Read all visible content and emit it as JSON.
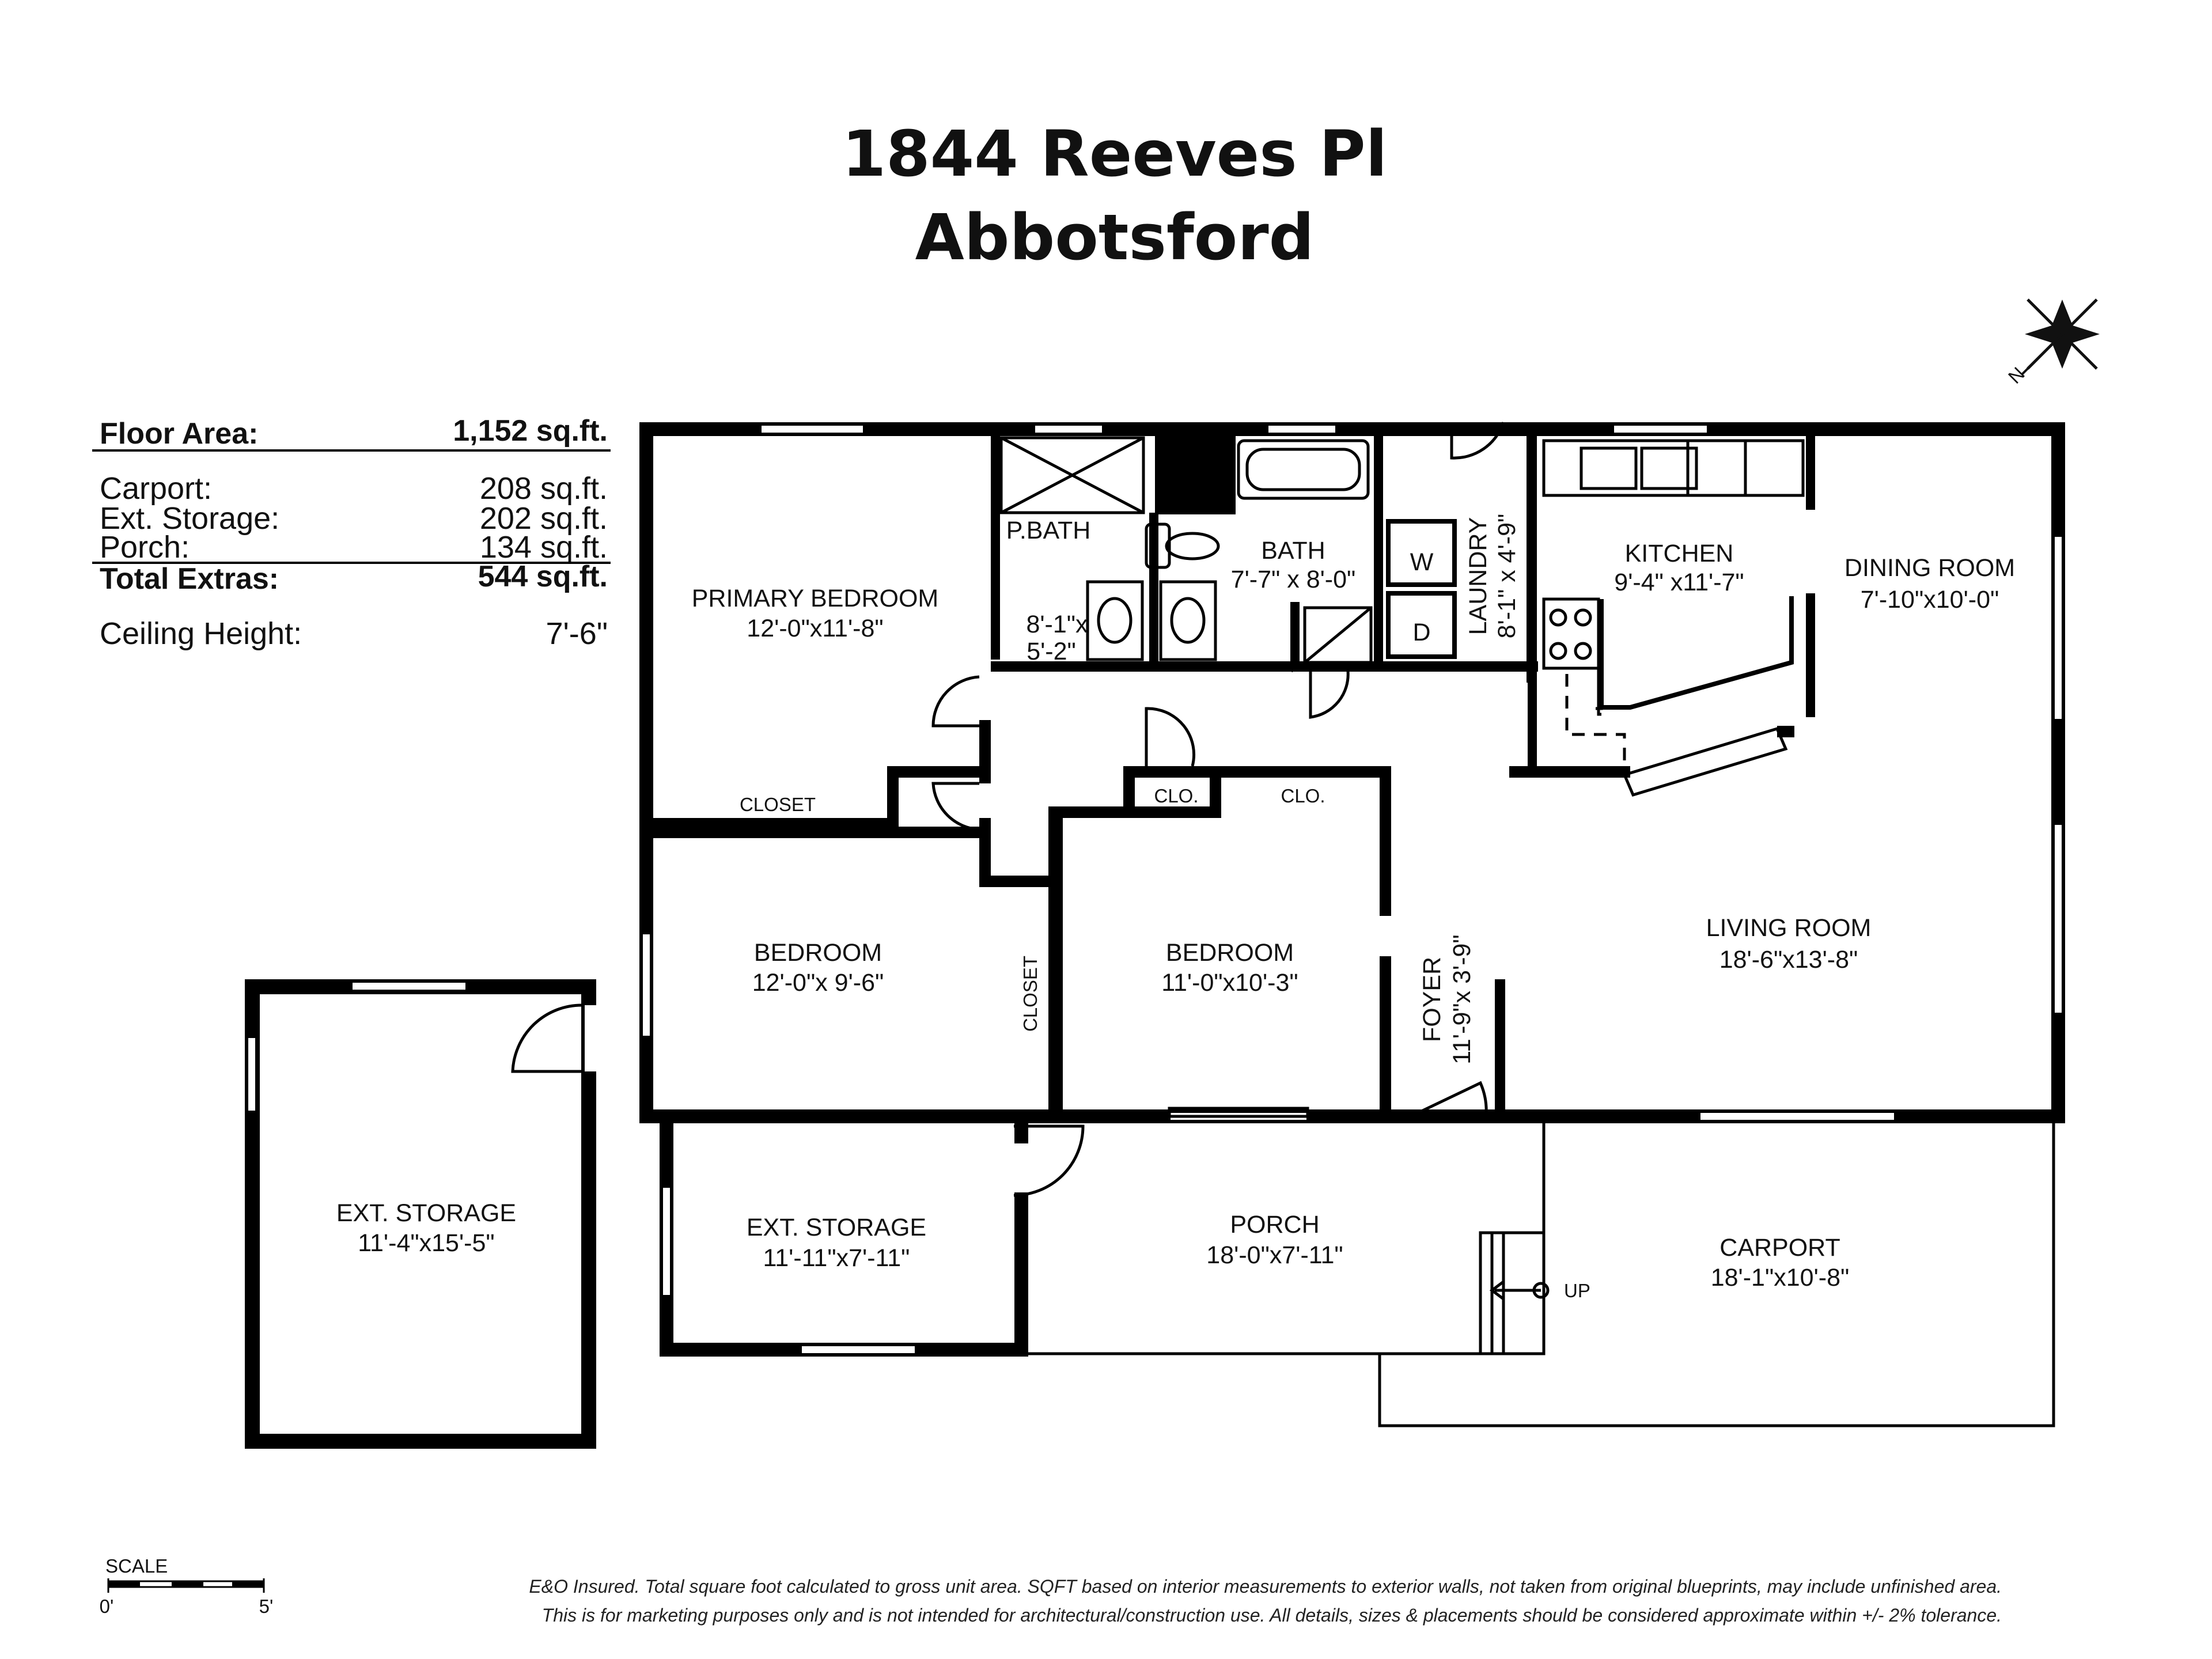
{
  "header": {
    "address": "1844 Reeves Pl",
    "city": "Abbotsford"
  },
  "stats": {
    "floor_area_label": "Floor Area:",
    "floor_area_value": "1,152 sq.ft.",
    "carport_label": "Carport:",
    "carport_value": "208 sq.ft.",
    "ext_storage_label": "Ext. Storage:",
    "ext_storage_value": "202 sq.ft.",
    "porch_label": "Porch:",
    "porch_value": "134 sq.ft.",
    "total_extras_label": "Total Extras:",
    "total_extras_value": "544 sq.ft.",
    "ceiling_label": "Ceiling Height:",
    "ceiling_value": "7'-6\""
  },
  "compass": {
    "letter": "N",
    "icon": "north-arrow-icon"
  },
  "rooms": {
    "primary_bedroom": {
      "name": "PRIMARY BEDROOM",
      "dims": "12'-0\"x11'-8\""
    },
    "closet_primary": {
      "name": "CLOSET"
    },
    "pbath": {
      "name": "P.BATH",
      "dims_a": "8'-1\"x",
      "dims_b": "5'-2\""
    },
    "bath": {
      "name": "BATH",
      "dims": "7'-7\" x 8'-0\""
    },
    "laundry": {
      "name": "LAUNDRY",
      "dims": "8'-1\" x 4'-9\"",
      "washer": "W",
      "dryer": "D"
    },
    "kitchen": {
      "name": "KITCHEN",
      "dims": "9'-4\" x11'-7\""
    },
    "dining_room": {
      "name": "DINING ROOM",
      "dims": "7'-10\"x10'-0\""
    },
    "clo_1": {
      "name": "CLO."
    },
    "clo_2": {
      "name": "CLO."
    },
    "bedroom_1": {
      "name": "BEDROOM",
      "dims": "12'-0\"x 9'-6\""
    },
    "closet_vertical": {
      "name": "CLOSET"
    },
    "bedroom_2": {
      "name": "BEDROOM",
      "dims": "11'-0\"x10'-3\""
    },
    "foyer": {
      "name": "FOYER",
      "dims": "11'-9\"x 3'-9\""
    },
    "living_room": {
      "name": "LIVING ROOM",
      "dims": "18'-6\"x13'-8\""
    },
    "ext_storage_detached": {
      "name": "EXT. STORAGE",
      "dims": "11'-4\"x15'-5\""
    },
    "ext_storage_attached": {
      "name": "EXT. STORAGE",
      "dims": "11'-11\"x7'-11\""
    },
    "porch": {
      "name": "PORCH",
      "dims": "18'-0\"x7'-11\""
    },
    "carport": {
      "name": "CARPORT",
      "dims": "18'-1\"x10'-8\""
    },
    "stairs": {
      "label": "UP"
    }
  },
  "scale": {
    "label": "SCALE",
    "start": "0'",
    "end": "5'"
  },
  "disclaimer": {
    "line1": "E&O Insured.  Total square foot calculated to gross unit area. SQFT based on interior measurements to exterior walls, not taken from original blueprints, may include unfinished area.",
    "line2": "This is for marketing purposes only and is not intended for architectural/construction use.  All details, sizes & placements should be considered approximate within +/- 2%  tolerance."
  }
}
